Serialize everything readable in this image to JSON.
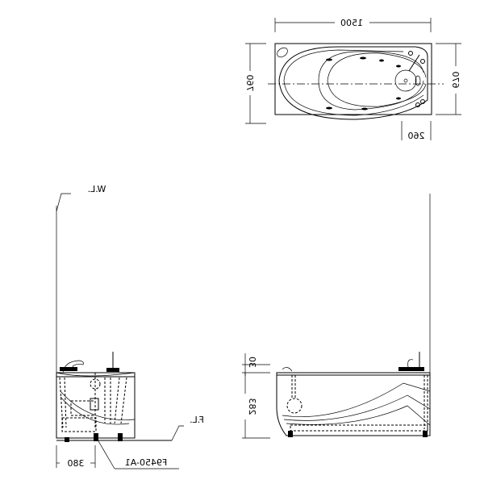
{
  "top_view": {
    "dim_length": "1500",
    "dim_width_overall": "760",
    "dim_width_end": "670",
    "dim_offset": "260"
  },
  "side_view": {
    "water_level_label": "W.L.",
    "floor_level_label": "F.L.",
    "part_code": "F9450-A1",
    "dim_drain_offset": "380"
  },
  "front_view": {
    "dim_rim": "30",
    "dim_height": "283"
  }
}
